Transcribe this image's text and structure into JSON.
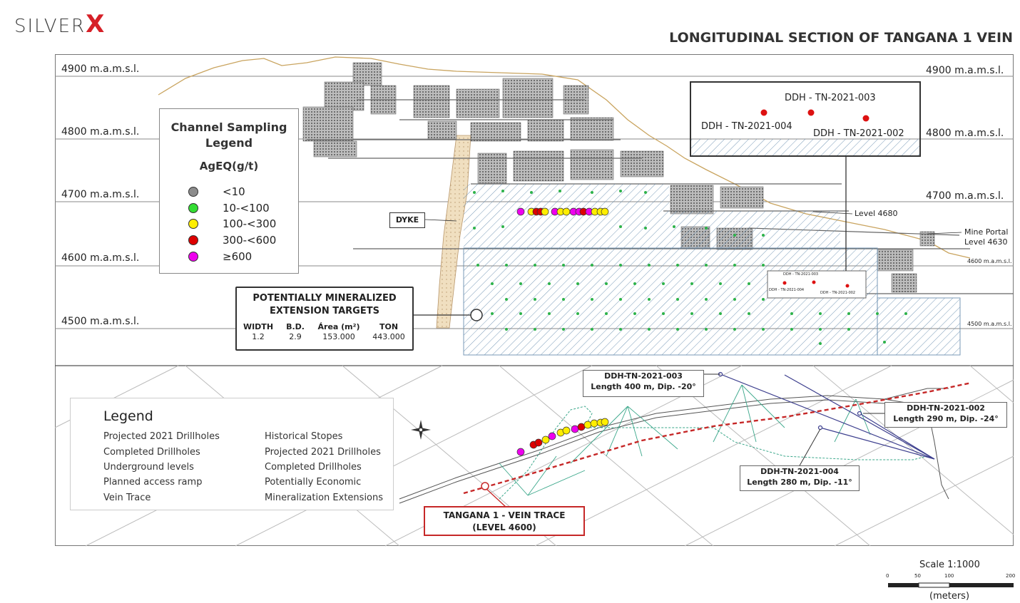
{
  "header": {
    "logo_text": "SILVER",
    "logo_x": "X",
    "title": "LONGITUDINAL SECTION OF TANGANA 1 VEIN"
  },
  "elevations": {
    "left": [
      "4900 m.a.m.s.l.",
      "4800 m.a.m.s.l.",
      "4700 m.a.m.s.l.",
      "4600 m.a.m.s.l.",
      "4500 m.a.m.s.l."
    ],
    "right": [
      "4900 m.a.m.s.l.",
      "4800 m.a.m.s.l.",
      "4700 m.a.m.s.l.",
      "4600 m.a.m.s.l.",
      "4500 m.a.m.s.l."
    ]
  },
  "section_labels": {
    "level_4680": "Level 4680",
    "mine_portal": "Mine Portal",
    "level_4630": "Level 4630",
    "dyke": "DYKE"
  },
  "channel_legend": {
    "title_1": "Channel Sampling",
    "title_2": "Legend",
    "unit": "AgEQ(g/t)",
    "items": [
      {
        "label": "<10",
        "color": "#8c8c8c"
      },
      {
        "label": "10-<100",
        "color": "#33dd33"
      },
      {
        "label": "100-<300",
        "color": "#ffee00"
      },
      {
        "label": "300-<600",
        "color": "#dd0000"
      },
      {
        "label": "≥600",
        "color": "#ee00ee"
      }
    ]
  },
  "targets": {
    "title_1": "POTENTIALLY MINERALIZED",
    "title_2": "EXTENSION TARGETS",
    "columns": [
      {
        "head": "WIDTH",
        "value": "1.2"
      },
      {
        "head": "B.D.",
        "value": "2.9"
      },
      {
        "head": "Área (m²)",
        "value": "153.000"
      },
      {
        "head": "TON",
        "value": "443.000"
      }
    ]
  },
  "ddh_inset": {
    "hole_003": "DDH - TN-2021-003",
    "hole_004": "DDH - TN-2021-004",
    "hole_002": "DDH - TN-2021-002",
    "mini_003": "DDH - TN-2021-003",
    "mini_004": "DDH - TN-2021-004",
    "mini_002": "DDH - TN-2021-002"
  },
  "plan_legend": {
    "title": "Legend",
    "items_left": [
      "Projected 2021 Drillholes",
      "Completed Drillholes",
      "Underground levels",
      "Planned access ramp",
      "Vein Trace"
    ],
    "items_right": [
      "Historical Stopes",
      "Projected 2021 Drillholes",
      "Completed Drillholes",
      "Potentially Economic",
      "Mineralization Extensions"
    ],
    "colors": {
      "green": "#2db34a",
      "red": "#dd1111",
      "teal": "#3aa78a",
      "blue": "#3d3f8e",
      "vein": "#c62828"
    }
  },
  "plan_callouts": {
    "c003_1": "DDH-TN-2021-003",
    "c003_2": "Length 400 m, Dip. -20°",
    "c002_1": "DDH-TN-2021-002",
    "c002_2": "Length 290 m, Dip. -24°",
    "c004_1": "DDH-TN-2021-004",
    "c004_2": "Length 280 m, Dip. -11°",
    "tangana_1": "TANGANA 1 - VEIN TRACE",
    "tangana_2": "(LEVEL 4600)"
  },
  "scale": {
    "label": "Scale  1:1000",
    "ticks": [
      "0",
      "50",
      "100",
      "200"
    ],
    "unit": "(meters)"
  }
}
